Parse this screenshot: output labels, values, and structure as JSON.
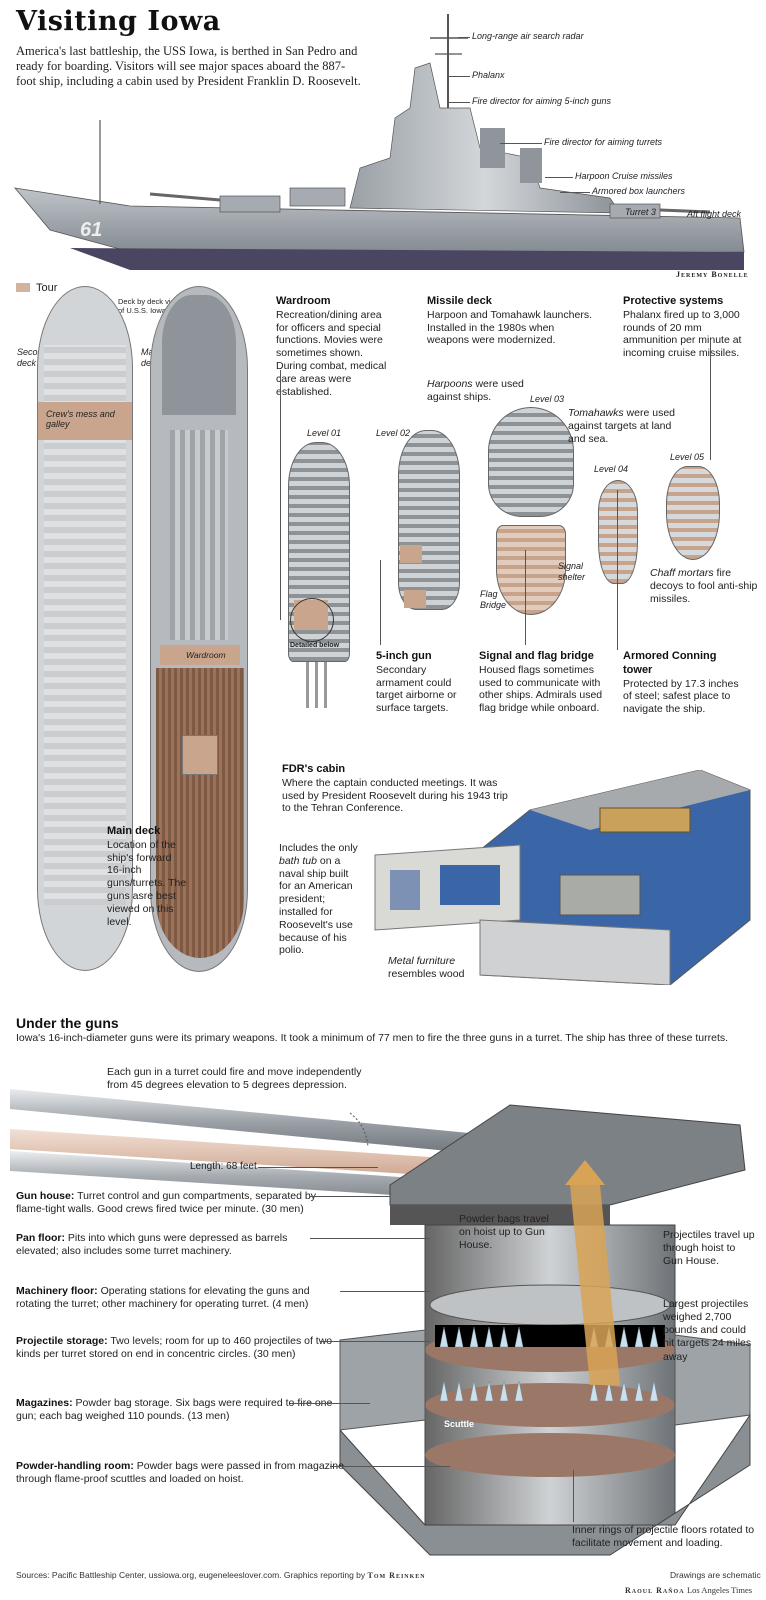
{
  "header": {
    "title": "Visiting Iowa",
    "intro": "America's last battleship, the USS Iowa, is berthed in San Pedro and ready for boarding. Visitors will see major spaces aboard the 887-foot ship, including a cabin used by President Franklin D. Roosevelt."
  },
  "ship": {
    "hull_number": "61",
    "labels": [
      "Long-range air search radar",
      "Phalanx",
      "Fire director for aiming 5-inch guns",
      "Fire director for aiming turrets",
      "Harpoon Cruise missiles",
      "Armored box launchers",
      "Turret 3",
      "Aft flight deck"
    ],
    "artist_credit": "Jeremy Bonelle"
  },
  "legend": {
    "tour_label": "Tour",
    "tour_color": "#d4b39c"
  },
  "decks": {
    "deck_view_label": "Deck by deck view of U.S.S. Iowa",
    "second_deck": "Second deck",
    "main_deck": "Main deck",
    "crews_mess": "Crew's mess and galley",
    "wardroom_label": "Wardroom",
    "detailed_below": "Detailed below",
    "level_01": "Level 01",
    "level_02": "Level 02",
    "level_03": "Level 03",
    "level_04": "Level 04",
    "level_05": "Level 05",
    "signal_shelter": "Signal shelter",
    "flag_bridge": "Flag Bridge"
  },
  "blocks": {
    "wardroom": {
      "title": "Wardroom",
      "text": "Recreation/dining area for officers and special functions. Movies were sometimes shown. During combat, medical care areas were established."
    },
    "missile": {
      "title": "Missile deck",
      "text": "Harpoon and Tomahawk launchers. Installed in the 1980s when weapons were modernized."
    },
    "protective": {
      "title": "Protective systems",
      "text": "Phalanx fired up to 3,000 rounds of 20 mm ammunition per minute at incoming cruise missiles."
    },
    "harpoons": {
      "lead": "Harpoons",
      "text": " were used against ships."
    },
    "tomahawks": {
      "lead": "Tomahawks",
      "text": " were used against targets at land and sea."
    },
    "chaff": {
      "lead": "Chaff mortars",
      "text": " fire decoys to fool anti-ship missiles."
    },
    "five_inch": {
      "title": "5-inch gun",
      "text": "Secondary armament could target airborne or surface targets."
    },
    "signal": {
      "title": "Signal and flag bridge",
      "text": "Housed flags sometimes used to communicate with other ships. Admirals used flag bridge while onboard."
    },
    "conning": {
      "title": "Armored Conning tower",
      "text": "Protected by 17.3 inches of steel; safest place to navigate the ship."
    },
    "main_deck": {
      "title": "Main deck",
      "text": "Location of the ship's forward 16-inch guns/turrets. The guns asre best viewed on this level."
    },
    "fdr": {
      "title": "FDR's cabin",
      "text": "Where the captain conducted meetings. It was used by President Roosevelt during his 1943 trip to the Tehran Conference."
    },
    "bathtub": {
      "pre": "Includes the only ",
      "ital": "bath tub",
      "post": " on a naval ship built for an American president; installed for Roosevelt's use because of his polio."
    },
    "metal": {
      "ital": "Metal furniture",
      "text": "resembles wood"
    }
  },
  "guns": {
    "title": "Under the guns",
    "subtitle": "Iowa's 16-inch-diameter guns were its primary weapons. It took a minimum of 77 men to fire the three guns in a turret. The ship has three of these turrets.",
    "elevation_note": "Each gun in a turret could fire and move independently from 45 degrees elevation to 5 degrees depression.",
    "length": "Length: 68 feet",
    "items": [
      {
        "label": "Gun house:",
        "text": " Turret control and gun compartments, separated by flame-tight walls. Good crews fired twice per minute. (30 men)"
      },
      {
        "label": "Pan floor:",
        "text": " Pits into which guns were depressed as barrels elevated; also includes some turret machinery."
      },
      {
        "label": "Machinery floor:",
        "text": " Operating stations for elevating the guns and rotating the turret; other machinery for operating turret. (4 men)"
      },
      {
        "label": "Projectile storage:",
        "text": " Two levels; room for up to 460 projectiles of two kinds per turret stored on end in concentric circles. (30 men)"
      },
      {
        "label": "Magazines:",
        "text": " Powder bag storage. Six bags were required to fire one gun; each bag weighed 110 pounds. (13 men)"
      },
      {
        "label": "Powder-handling room:",
        "text": " Powder bags were passed in from magazine through flame-proof scuttles and loaded on hoist."
      }
    ],
    "powder_bags": "Powder bags travel on hoist up to Gun House.",
    "projectiles_travel": "Projectiles travel up through hoist to Gun House.",
    "largest": "Largest projectiles weighed 2,700 pounds and could hit targets 24 miles away",
    "scuttle": "Scuttle",
    "inner_rings": "Inner rings of projectile floors rotated to facilitate movement and loading."
  },
  "footer": {
    "sources_pre": "Sources: Pacific Battleship Center, ussiowa.org, eugeneleeslover.com. Graphics reporting by ",
    "sources_name": "Tom Reinken",
    "schematic": "Drawings are schematic",
    "artist": "Raoul Rañoa",
    "paper": "Los Angeles Times"
  }
}
